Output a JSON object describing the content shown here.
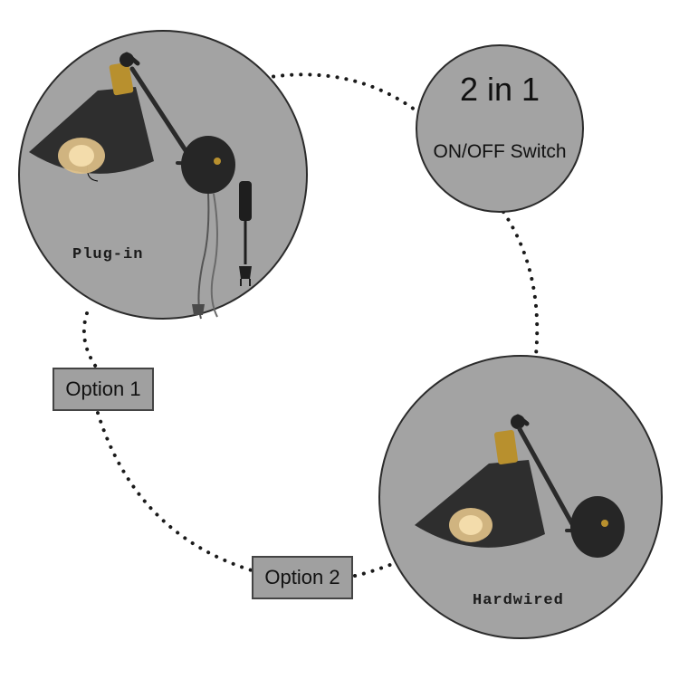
{
  "switch_circle": {
    "headline": "2 in 1",
    "subline": "ON/OFF Switch"
  },
  "plug_in": {
    "label": "Plug-in",
    "option_label": "Option 1"
  },
  "hardwired": {
    "label": "Hardwired",
    "option_label": "Option 2"
  },
  "colors": {
    "circle_fill": "#a3a3a3",
    "box_fill": "#a0a0a0",
    "dots": "#1a1a1a",
    "lamp_black": "#2e2e2e",
    "brass": "#b8902e"
  }
}
